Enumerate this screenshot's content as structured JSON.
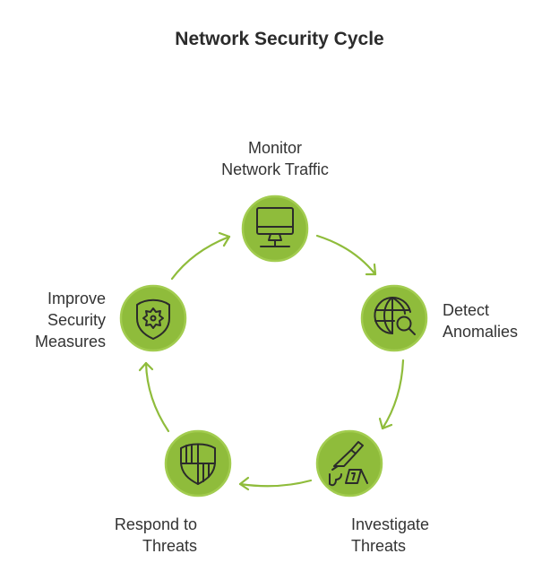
{
  "title": "Network Security Cycle",
  "colors": {
    "node_fill": "#8fbc3b",
    "node_ring": "#a2cc4f",
    "arrow": "#8fbc3b",
    "icon_stroke": "#2b2b2b",
    "text": "#333333"
  },
  "steps": [
    {
      "id": "monitor",
      "lines": [
        "Monitor",
        "Network Traffic"
      ],
      "icon": "monitor-icon"
    },
    {
      "id": "detect",
      "lines": [
        "Detect",
        "Anomalies"
      ],
      "icon": "globe-search-icon"
    },
    {
      "id": "investigate",
      "lines": [
        "Investigate",
        "Threats"
      ],
      "icon": "knife-evidence-marker-icon"
    },
    {
      "id": "respond",
      "lines": [
        "Respond to",
        "Threats"
      ],
      "icon": "shield-icon"
    },
    {
      "id": "improve",
      "lines": [
        "Improve",
        "Security",
        "Measures"
      ],
      "icon": "shield-gear-icon"
    }
  ],
  "flow": [
    "monitor",
    "detect",
    "investigate",
    "respond",
    "improve",
    "monitor"
  ]
}
